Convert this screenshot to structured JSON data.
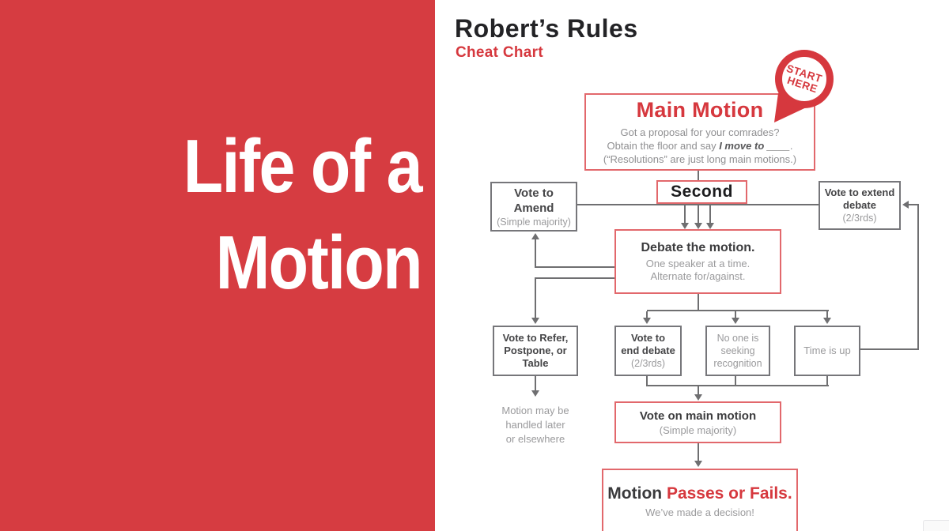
{
  "colors": {
    "panel_red": "#d63c41",
    "accent_red": "#d6383e",
    "box_border_red": "#e2686c",
    "box_border_gray": "#76767a",
    "line_gray": "#6f6f71",
    "text_dark": "#454547",
    "text_gray": "#9a9a9c"
  },
  "left_panel": {
    "line1": "Life of a",
    "line2": "Motion"
  },
  "header": {
    "title": "Robert’s Rules",
    "subtitle": "Cheat Chart"
  },
  "start_badge": {
    "line1": "START",
    "line2": "HERE"
  },
  "flowchart": {
    "main_motion": {
      "title": "Main Motion",
      "body1": "Got a proposal for your comrades?",
      "body2_pre": "Obtain the floor and say ",
      "body2_em": "I move to ____",
      "body2_post": ".",
      "body3": "(“Resolutions” are just long main motions.)"
    },
    "second": {
      "label": "Second"
    },
    "vote_amend": {
      "line1": "Vote to",
      "line2": "Amend",
      "note": "(Simple majority)"
    },
    "vote_extend": {
      "line1": "Vote to extend",
      "line2": "debate",
      "note": "(2/3rds)"
    },
    "debate": {
      "title": "Debate the motion.",
      "body1": "One speaker at a time.",
      "body2": "Alternate for/against."
    },
    "vote_refer": {
      "line1": "Vote to Refer,",
      "line2": "Postpone, or",
      "line3": "Table"
    },
    "vote_end_debate": {
      "line1": "Vote to",
      "line2": "end debate",
      "note": "(2/3rds)"
    },
    "no_one": {
      "line1": "No one is",
      "line2": "seeking",
      "line3": "recognition"
    },
    "time_up": {
      "label": "Time is up"
    },
    "vote_main": {
      "title": "Vote on main motion",
      "note": "(Simple majority)"
    },
    "passes_fails": {
      "title_dark": "Motion ",
      "title_red": "Passes or Fails.",
      "note": "We’ve made a decision!"
    },
    "handled_note": {
      "line1": "Motion may be",
      "line2": "handled later",
      "line3": "or elsewhere"
    }
  }
}
